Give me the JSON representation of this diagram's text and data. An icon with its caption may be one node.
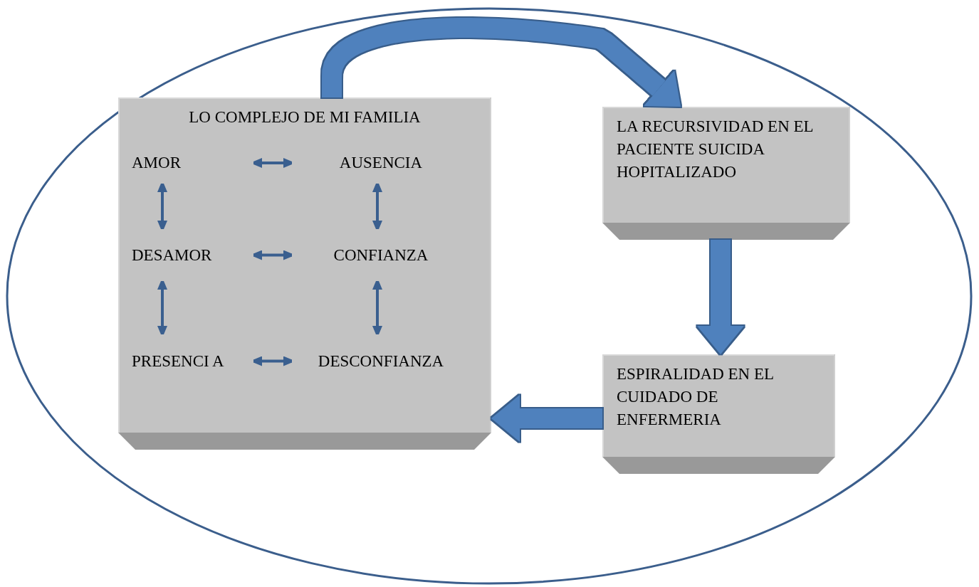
{
  "diagram": {
    "nodes": [
      {
        "text": [],
        "shape": "ellipse"
      },
      {
        "text": [
          "LO COMPLEJO DE MI FAMILIA"
        ],
        "in": 0
      },
      {
        "text": [
          "AMOR"
        ],
        "in": 1
      },
      {
        "text": [
          "AUSENCIA"
        ],
        "in": 1
      },
      {
        "text": [
          "DESAMOR"
        ],
        "in": 1
      },
      {
        "text": [
          "CONFIANZA"
        ],
        "in": 1
      },
      {
        "text": [
          "PRESENCI A"
        ],
        "in": 1
      },
      {
        "text": [
          "DESCONFIANZA"
        ],
        "in": 1
      },
      {
        "text": [
          "LA RECURSIVIDAD EN EL PACIENTE SUICIDA HOPITALIZADO"
        ],
        "in": 0
      },
      {
        "text": [
          "ESPIRALIDAD EN EL CUIDADO DE ENFERMERIA"
        ],
        "in": 0
      }
    ],
    "edges": [
      {
        "from": 1,
        "to": 8,
        "arrow": "to",
        "style": "thick",
        "color": "#4f81bd"
      },
      {
        "from": 8,
        "to": 9,
        "arrow": "to",
        "style": "thick",
        "color": "#4f81bd"
      },
      {
        "from": 9,
        "to": 1,
        "arrow": "to",
        "style": "thick",
        "color": "#4f81bd"
      },
      {
        "from": 2,
        "to": 3,
        "arrow": "both"
      },
      {
        "from": 2,
        "to": 4,
        "arrow": "both"
      },
      {
        "from": 3,
        "to": 5,
        "arrow": "both"
      },
      {
        "from": 4,
        "to": 5,
        "arrow": "both"
      },
      {
        "from": 4,
        "to": 6,
        "arrow": "both"
      },
      {
        "from": 5,
        "to": 7,
        "arrow": "both"
      },
      {
        "from": 6,
        "to": 7,
        "arrow": "both"
      }
    ]
  }
}
